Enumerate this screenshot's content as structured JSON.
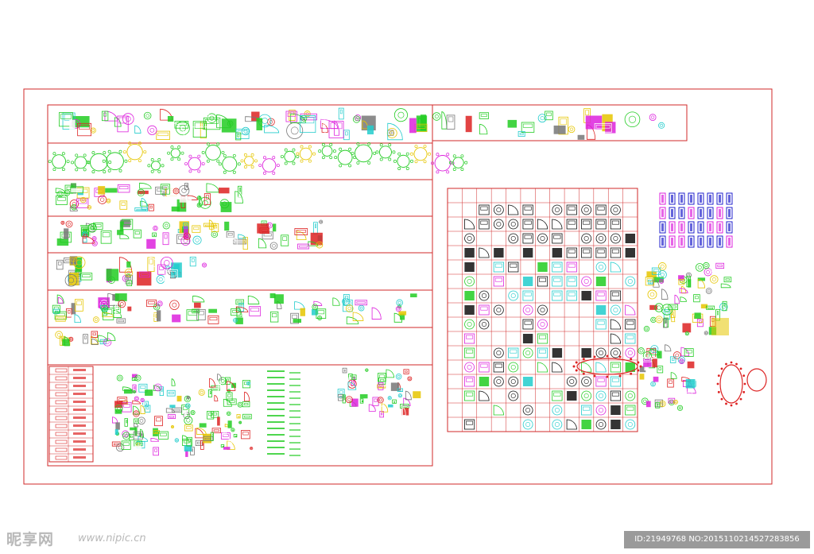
{
  "watermark": {
    "logo_text": "昵享网",
    "url": "www.nipic.cn",
    "id_text": "ID:21949768 NO:20151102145272838​56"
  },
  "colors": {
    "frame": "#d22a2a",
    "green": "#22cc22",
    "magenta": "#dd22dd",
    "cyan": "#22cccc",
    "yellow": "#e6c600",
    "red": "#dd2222",
    "blue": "#2222cc",
    "white": "#ffffff",
    "gray": "#777777",
    "black": "#111111"
  },
  "legend_rows": 12
}
